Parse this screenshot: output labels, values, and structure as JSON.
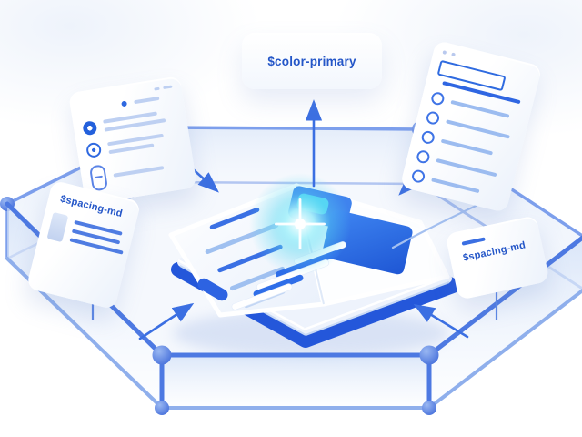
{
  "diagram": {
    "kind": "isometric-design-token-illustration",
    "tokens": {
      "top": {
        "label": "$color-primary"
      },
      "left": {
        "label": "$spacing-md"
      },
      "right": {
        "label": "$spacing-md"
      }
    },
    "colors": {
      "accent_text": "#2456c8",
      "rail_front": "#4d79e2",
      "rail_back": "#7d9fec",
      "ball_joint": "#3b66d8",
      "book_cover": "#2c5fe2",
      "content_block": "#2f6ee8",
      "glow_cyan": "#59d8f2",
      "arrow": "#3b6fe2",
      "skeleton_line_light": "#bed0f2",
      "skeleton_line_dark": "#2f6be0"
    },
    "icons": [
      "radio-selected-icon",
      "radio-unselected-icon",
      "toggle-pill-icon",
      "checkbox-circle-icon",
      "text-input-icon",
      "window-dot-icon",
      "color-swatch-icon",
      "bookmark-icon",
      "arrow-up-icon",
      "arrow-down-right-icon",
      "arrow-down-left-icon",
      "arrow-up-right-icon",
      "arrow-up-left-icon",
      "sparkle-glow-icon"
    ]
  }
}
